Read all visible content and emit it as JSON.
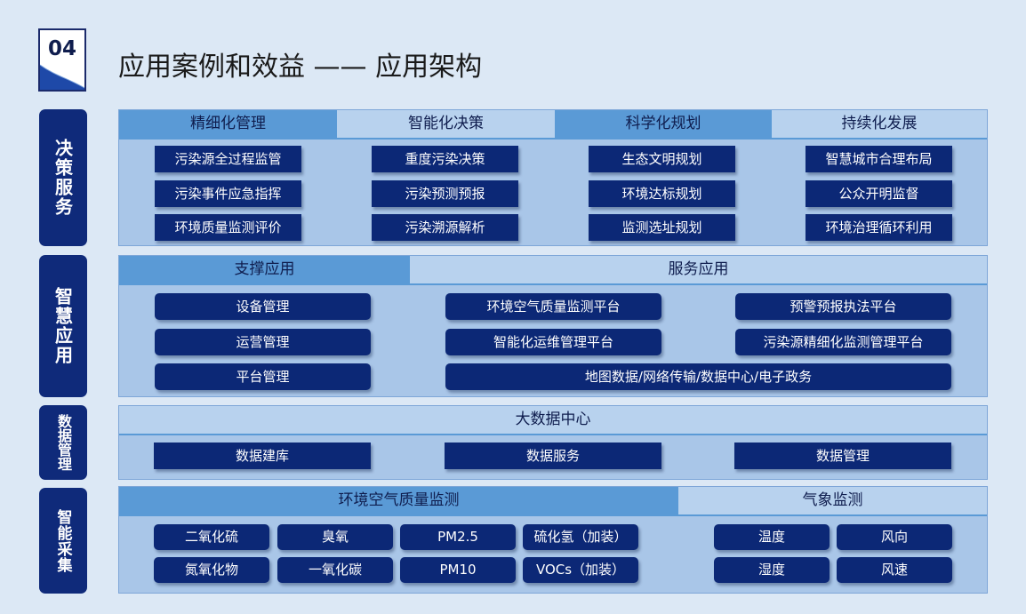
{
  "page": {
    "number": "04",
    "title": "应用案例和效益 —— 应用架构"
  },
  "layers": [
    {
      "side_label": "决策服务",
      "headers": [
        "精细化管理",
        "智能化决策",
        "科学化规划",
        "持续化发展"
      ],
      "columns": [
        [
          "污染源全过程监管",
          "污染事件应急指挥",
          "环境质量监测评价"
        ],
        [
          "重度污染决策",
          "污染预测预报",
          "污染溯源解析"
        ],
        [
          "生态文明规划",
          "环境达标规划",
          "监测选址规划"
        ],
        [
          "智慧城市合理布局",
          "公众开明监督",
          "环境治理循环利用"
        ]
      ]
    },
    {
      "side_label": "智慧应用",
      "headers": [
        "支撑应用",
        "服务应用"
      ],
      "support": [
        "设备管理",
        "运营管理",
        "平台管理"
      ],
      "service": [
        "环境空气质量监测平台",
        "预警预报执法平台",
        "智能化运维管理平台",
        "污染源精细化监测管理平台"
      ],
      "wide": "地图数据/网络传输/数据中心/电子政务"
    },
    {
      "side_label": "数据管理",
      "header": "大数据中心",
      "items": [
        "数据建库",
        "数据服务",
        "数据管理"
      ]
    },
    {
      "side_label": "智能采集",
      "headers": [
        "环境空气质量监测",
        "气象监测"
      ],
      "air": [
        [
          "二氧化硫",
          "臭氧",
          "PM2.5",
          "硫化氢（加装）"
        ],
        [
          "氮氧化物",
          "一氧化碳",
          "PM10",
          "VOCs（加装）"
        ]
      ],
      "weather": [
        [
          "温度",
          "风向"
        ],
        [
          "湿度",
          "风速"
        ]
      ]
    }
  ],
  "colors": {
    "background": "#dce8f5",
    "button": "#0c2876",
    "header_dark": "#5a9ad6",
    "header_light": "#b8d2ee",
    "panel": "#a9c6e8",
    "side": "#0f2a7a"
  }
}
